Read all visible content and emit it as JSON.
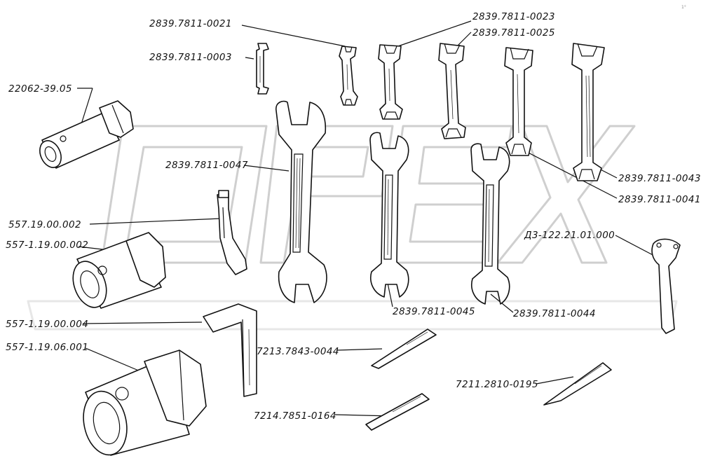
{
  "watermark": "OPEX",
  "corner_mark": "1°",
  "labels": {
    "l_0021": "2839.7811-0021",
    "l_0003": "2839.7811-0003",
    "l_0023": "2839.7811-0023",
    "l_0025": "2839.7811-0025",
    "l_22062": "22062-39.05",
    "l_0047": "2839.7811-0047",
    "l_0043": "2839.7811-0043",
    "l_0041": "2839.7811-0041",
    "l_557_002": "557.19.00.002",
    "l_557_1_002": "557-1.19.00.002",
    "l_d3": "Д3-122.21.01.000",
    "l_0045": "2839.7811-0045",
    "l_0044": "2839.7811-0044",
    "l_557_004": "557-1.19.00.004",
    "l_557_001": "557-1.19.06.001",
    "l_7213": "7213.7843-0044",
    "l_7211": "7211.2810-0195",
    "l_7214": "7214.7851-0164"
  }
}
